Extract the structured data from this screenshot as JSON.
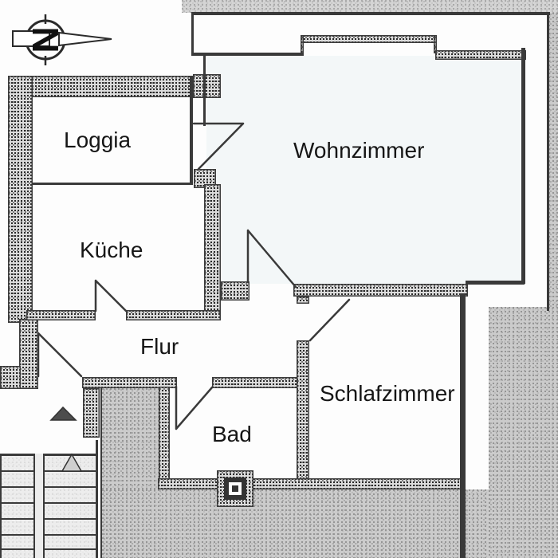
{
  "plan": {
    "rooms": [
      {
        "name": "Loggia"
      },
      {
        "name": "Wohnzimmer"
      },
      {
        "name": "Küche"
      },
      {
        "name": "Flur"
      },
      {
        "name": "Schlafzimmer"
      },
      {
        "name": "Bad"
      }
    ],
    "north_indicator": {
      "letter": "N"
    },
    "symbols": {
      "entrance_marker": "filled-triangle-up",
      "stair_direction_marker": "triangle-up",
      "chimney_marker": "nested-squares",
      "staircase": "double-flight-stairs"
    },
    "colors": {
      "ink": "#3a3a3a",
      "wall_fill": "#dcdcdc",
      "ground_texture": "#cbcbcb",
      "paper": "#fdfdfd"
    }
  }
}
